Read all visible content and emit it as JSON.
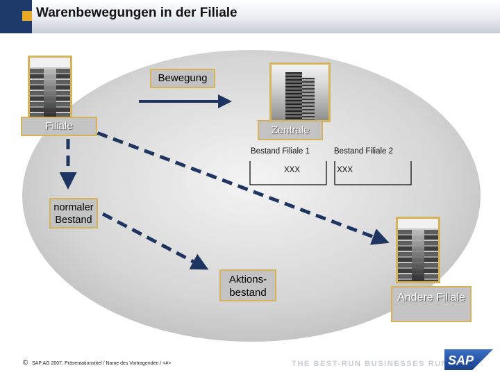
{
  "header": {
    "title": "Warenbewegungen in der Filiale"
  },
  "diagram": {
    "movement_label": "Bewegung",
    "branch_label": "Filiale",
    "headquarters_label": "Zentrale",
    "stock_branch1_label": "Bestand Filiale 1",
    "stock_branch2_label": "Bestand Filiale 2",
    "stock_branch1_value": "XXX",
    "stock_branch2_value": "XXX",
    "normal_stock_label": "normaler Bestand",
    "promo_stock_label": "Aktions-bestand",
    "other_branch_label": "Andere Filiale"
  },
  "footer": {
    "copyright": "SAP AG 2007, Präsentationstitel / Name des Vortragenden / <#>",
    "copyright_symbol": "©",
    "slogan": "THE BEST-RUN BUSINESSES RUN SAP",
    "logo_text": "SAP"
  },
  "colors": {
    "header_tab": "#1d3a6b",
    "header_accent": "#e8a923",
    "arrow": "#1f3561",
    "box_fill": "#c3c3c3",
    "box_border": "#d6b25a"
  }
}
